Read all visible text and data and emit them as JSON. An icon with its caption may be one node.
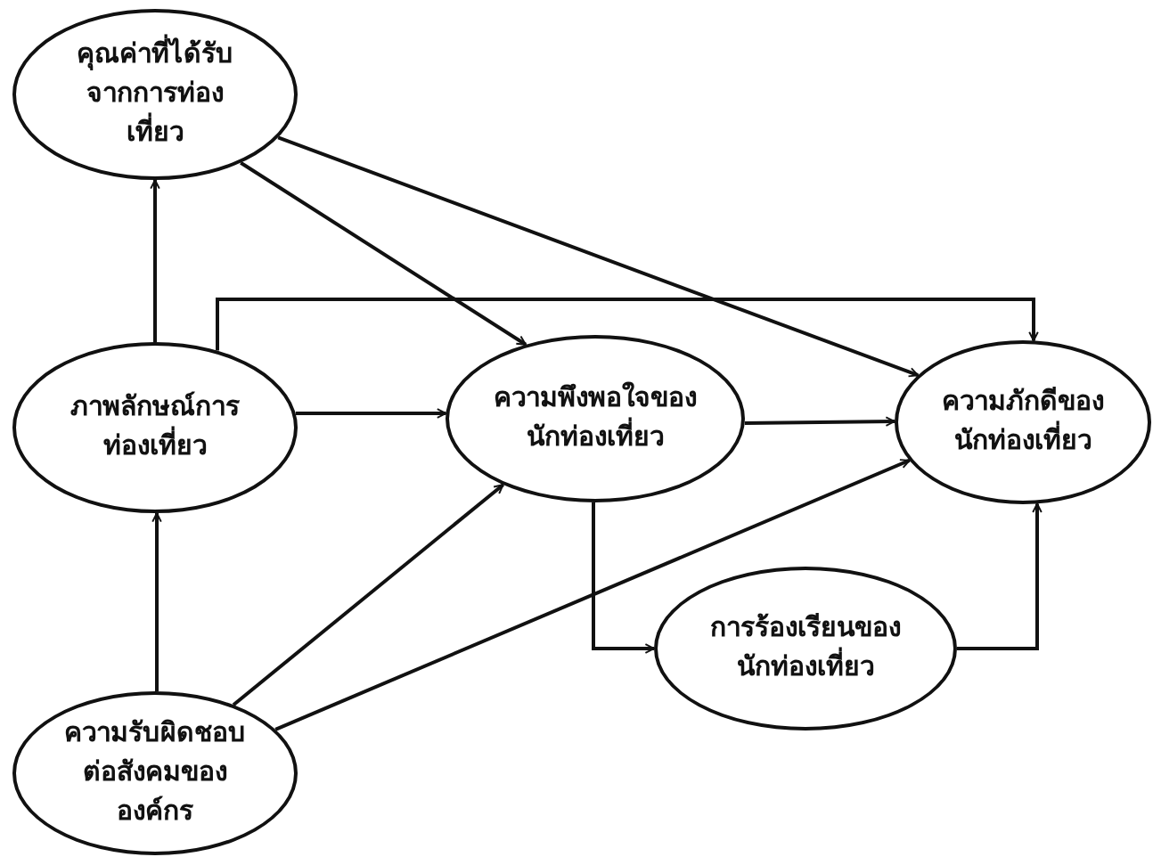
{
  "diagram": {
    "nodes": [
      {
        "text": [
          "คุณค่าที่ได้รับจากการท่องเที่ยว"
        ]
      },
      {
        "text": [
          "ภาพลักษณ์การท่องเที่ยว"
        ]
      },
      {
        "text": [
          "ความพึงพอใจของนักท่องเที่ยว"
        ]
      },
      {
        "text": [
          "ความภักดีของนักท่องเที่ยว"
        ]
      },
      {
        "text": [
          "การร้องเรียนของนักท่องเที่ยว"
        ]
      },
      {
        "text": [
          "ความรับผิดชอบต่อสังคมขององค์กร"
        ]
      }
    ],
    "edges": [
      {
        "from": 1,
        "to": 0,
        "arrow": "to"
      },
      {
        "from": 0,
        "to": 2,
        "arrow": "to"
      },
      {
        "from": 0,
        "to": 3,
        "arrow": "to"
      },
      {
        "from": 1,
        "to": 3,
        "arrow": "to"
      },
      {
        "from": 1,
        "to": 2,
        "arrow": "to"
      },
      {
        "from": 2,
        "to": 3,
        "arrow": "to"
      },
      {
        "from": 2,
        "to": 4,
        "arrow": "to"
      },
      {
        "from": 4,
        "to": 3,
        "arrow": "to"
      },
      {
        "from": 5,
        "to": 1,
        "arrow": "to"
      },
      {
        "from": 5,
        "to": 2,
        "arrow": "to"
      },
      {
        "from": 5,
        "to": 3,
        "arrow": "to"
      }
    ]
  }
}
